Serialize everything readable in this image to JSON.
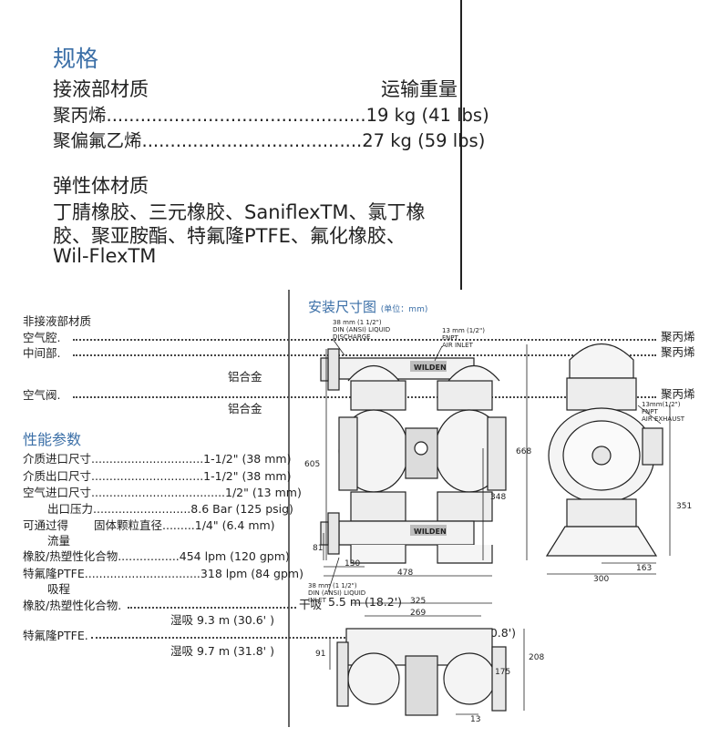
{
  "top": {
    "title": "规格",
    "wetted_heading": "接液部材质",
    "shipping_heading": "运输重量",
    "row1": "聚丙烯..............................................19 kg (41 lbs)",
    "row2": "聚偏氟乙烯.......................................27 kg (59 lbs)",
    "elastomer_heading": "弹性体材质",
    "elastomer_line1": "丁腈橡胶、三元橡胶、SaniflexTM、氯丁橡",
    "elastomer_line2": "胶、聚亚胺酯、特氟隆PTFE、氟化橡胶、",
    "elastomer_line3": "Wil-FlexTM"
  },
  "left": {
    "nonwetted_heading": "非接液部材质",
    "air_chamber": "空气腔.",
    "center_section": "中间部.",
    "aluminum_1": "铝合金",
    "air_valve": "空气阀.",
    "aluminum_2": "铝合金",
    "right_pp_1": "聚丙烯",
    "right_pp_2": "聚丙烯",
    "right_pp_3": "聚丙烯",
    "perf_heading": "性能参数",
    "inlet": "介质进口尺寸...............................1-1/2\"  (38 mm)",
    "outlet": "介质出口尺寸...............................1-1/2\"  (38 mm)",
    "air_inlet": "空气进口尺寸.....................................1/2\"  (13 mm)",
    "out_pressure": "出口压力...........................8.6 Bar (125 psig)",
    "passable": "可通过得",
    "solid_dia": "固体颗粒直径.........1/4\"  (6.4 mm)",
    "flow": "流量",
    "flow_rubber": "橡胶/热塑性化合物.................454 lpm (120 gpm)",
    "flow_ptfe": "特氟隆PTFE................................318 lpm (84 gpm)",
    "suction": "吸程",
    "suction_rubber": "橡胶/热塑性化合物.",
    "dry_label": "干吸",
    "dry_val_1": "5.5 m (18.2')",
    "wet_1": "湿吸  9.3 m (30.6'  )",
    "suction_ptfe": "特氟隆PTFE.",
    "dry_val_2": "3.3 m (10.8')",
    "wet_2": "湿吸  9.7 m (31.8'  )"
  },
  "drawing": {
    "title": "安装尺寸图",
    "unit": "(单位：mm)",
    "liquid_discharge_1": "38 mm (1 1/2\")",
    "liquid_discharge_2": "DIN (ANSI) LIQUID",
    "liquid_discharge_3": "DISCHARGE",
    "air_inlet_1": "13 mm (1/2\")",
    "air_inlet_2": "FNPT",
    "air_inlet_3": "AIR INLET",
    "exhaust_1": "13mm(1/2\")",
    "exhaust_2": "FNPT",
    "exhaust_3": "AIR EXHAUST",
    "liquid_inlet_1": "38 mm (1 1/2\")",
    "liquid_inlet_2": "DIN (ANSI) LIQUID",
    "liquid_inlet_3": "INLET",
    "brand": "WILDEN",
    "d605": "605",
    "d348": "348",
    "d81": "81",
    "d130": "130",
    "d478": "478",
    "d668": "668",
    "d351": "351",
    "d163": "163",
    "d300": "300",
    "d325": "325",
    "d269": "269",
    "d91": "91",
    "d175": "175",
    "d208": "208",
    "d13": "13"
  }
}
